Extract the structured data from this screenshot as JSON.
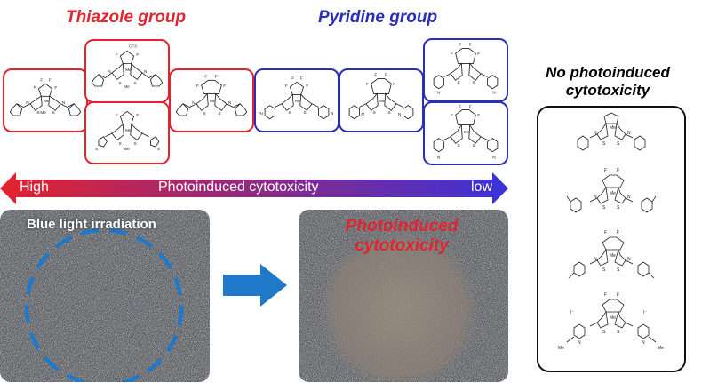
{
  "groups": {
    "thiazole": {
      "title": "Thiazole group",
      "color": "#e3232e"
    },
    "pyridine": {
      "title": "Pyridine group",
      "color": "#2b2fb8"
    }
  },
  "no_photo": {
    "line1": "No photoinduced",
    "line2": "cytotoxicity"
  },
  "arrow": {
    "high": "High",
    "center": "Photoinduced cytotoxicity",
    "low": "low",
    "gradient_start": "#e3232e",
    "gradient_end": "#3a32d8"
  },
  "photo_left": {
    "caption": "Blue light irradiation",
    "circle_color": "#1f78c8"
  },
  "photo_right": {
    "line1": "Photoinduced",
    "line2": "cytotoxicity"
  },
  "process_arrow": {
    "color": "#1f78c8"
  },
  "molecule_labels": {
    "me": "Me",
    "s": "S",
    "n": "N",
    "f": "F",
    "cf3": "CF3",
    "iodide": "I⁻",
    "n_methyl": "Me"
  }
}
